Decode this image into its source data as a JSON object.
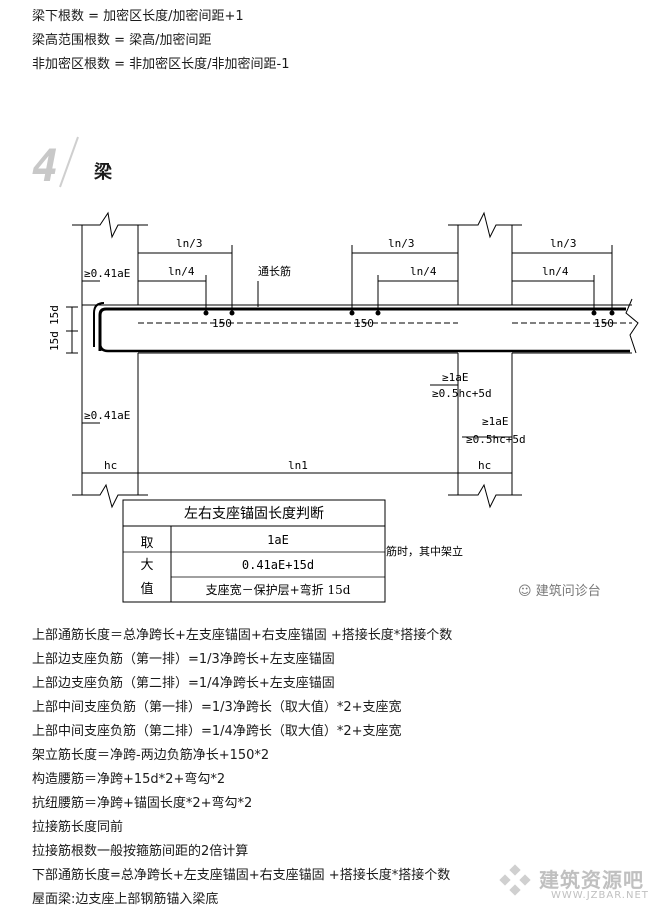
{
  "top_lines": [
    "梁下根数 = 加密区长度/加密间距+1",
    "梁高范围根数 = 梁高/加密间距",
    "非加密区根数 = 非加密区长度/非加密间距-1"
  ],
  "section": {
    "number": "4",
    "title": "梁"
  },
  "diagram": {
    "labels": {
      "ln3": "ln/3",
      "ln4": "ln/4",
      "through_bar": "通长筋",
      "anchor_04": "≥0.41aE",
      "side_15d_a": "15d",
      "side_15d_b": "15d",
      "lap_150": "150",
      "lae_a": "≥1aE",
      "half_hc_a": "≥0.5hc+5d",
      "lae_b": "≥1aE",
      "half_hc_b": "≥0.5hc+5d",
      "hc": "hc",
      "ln1": "ln1"
    },
    "table": {
      "title": "左右支座锚固长度判断",
      "left_chars": [
        "取",
        "大",
        "值"
      ],
      "rows": [
        "1aE",
        "0.41aE+15d",
        "支座宽－保护层+弯折 15d"
      ]
    },
    "overflow_text": "筋时，其中架立"
  },
  "bottom_lines": [
    "上部通筋长度＝总净跨长+左支座锚固+右支座锚固 +搭接长度*搭接个数",
    "上部边支座负筋（第一排）=1/3净跨长+左支座锚固",
    "上部边支座负筋（第二排）=1/4净跨长+左支座锚固",
    "上部中间支座负筋（第一排）=1/3净跨长（取大值）*2+支座宽",
    "上部中间支座负筋（第二排）=1/4净跨长（取大值）*2+支座宽",
    "架立筋长度＝净跨-两边负筋净长+150*2",
    "构造腰筋＝净跨+15d*2+弯勾*2",
    "抗纽腰筋＝净跨+锚固长度*2+弯勾*2",
    "拉接筋长度同前",
    "拉接筋根数一般按箍筋间距的2倍计算",
    "下部通筋长度=总净跨长+左支座锚固+右支座锚固 +搭接长度*搭接个数",
    "屋面梁:边支座上部钢筋锚入梁底"
  ],
  "watermarks": {
    "wechat": "建筑问诊台",
    "logo_main": "建筑资源吧",
    "logo_sub": "WWW.JZBAR.NET"
  }
}
